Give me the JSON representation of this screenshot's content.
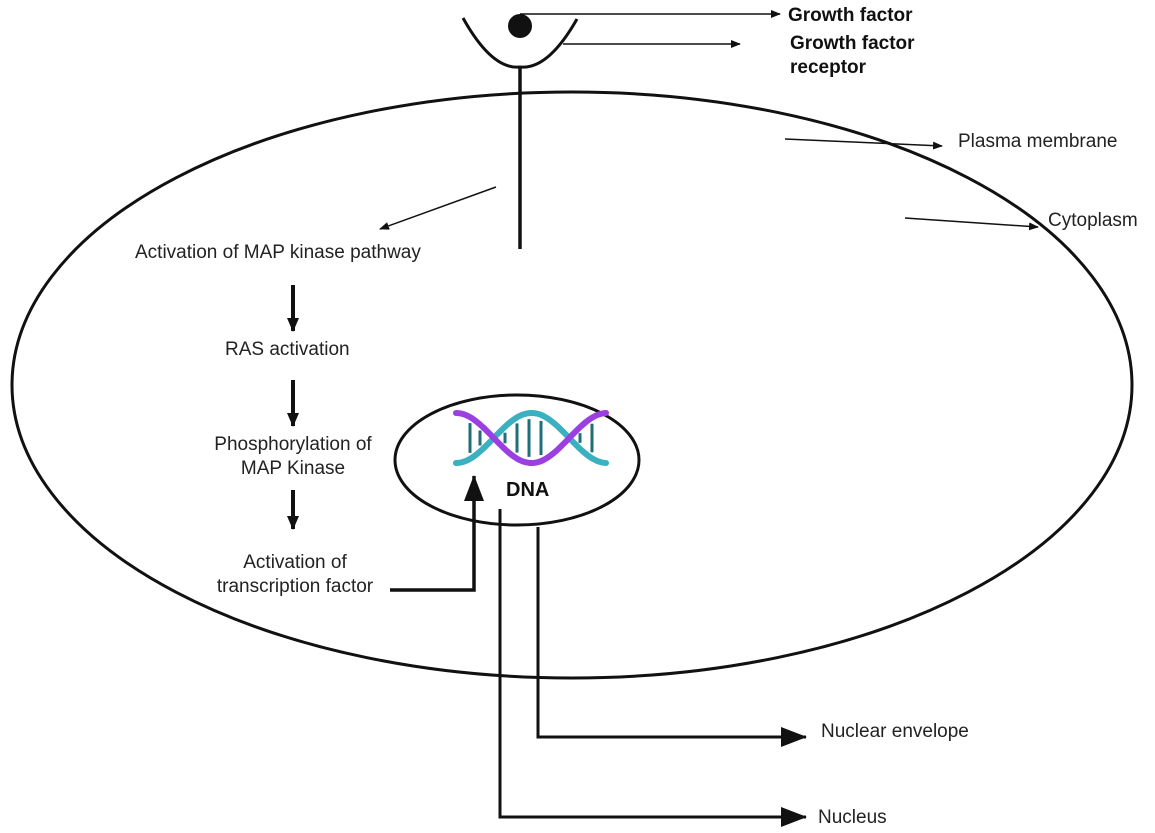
{
  "labels": {
    "growth_factor": "Growth factor",
    "growth_factor_receptor_1": "Growth factor",
    "growth_factor_receptor_2": "receptor",
    "plasma_membrane": "Plasma membrane",
    "cytoplasm": "Cytoplasm",
    "map_kinase_pathway": "Activation of MAP kinase pathway",
    "ras_activation": "RAS activation",
    "phosphorylation_1": "Phosphorylation of",
    "phosphorylation_2": "MAP Kinase",
    "transcription_1": "Activation of",
    "transcription_2": "transcription factor",
    "dna": "DNA",
    "nuclear_envelope": "Nuclear envelope",
    "nucleus": "Nucleus"
  },
  "colors": {
    "line": "#111111",
    "dna_strand_purple": "#9b3fe0",
    "dna_strand_teal": "#3bb0c0",
    "dna_rungs": "#1f6e78"
  }
}
